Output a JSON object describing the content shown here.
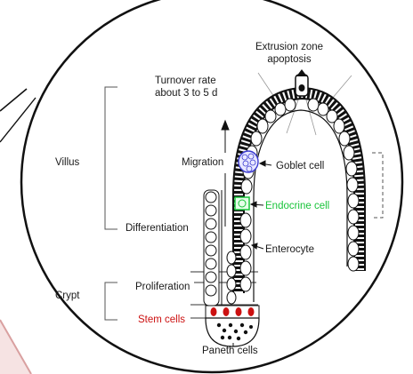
{
  "diagram": {
    "labels": {
      "extrusion_zone": "Extrusion zone",
      "apoptosis": "apoptosis",
      "turnover_1": "Turnover rate",
      "turnover_2": "about 3 to 5 d",
      "villus": "Villus",
      "migration": "Migration",
      "goblet_cell": "Goblet cell",
      "endocrine_cell": "Endocrine cell",
      "differentiation": "Differentiation",
      "enterocyte": "Enterocyte",
      "crypt": "Crypt",
      "proliferation": "Proliferation",
      "stem_cells": "Stem cells",
      "paneth_cells": "Paneth cells"
    },
    "colors": {
      "outline": "#111111",
      "stem": "#cc1111",
      "endocrine": "#19c43a",
      "goblet": "#3a3ad0",
      "accent_edge": "#d9a0a0"
    }
  }
}
